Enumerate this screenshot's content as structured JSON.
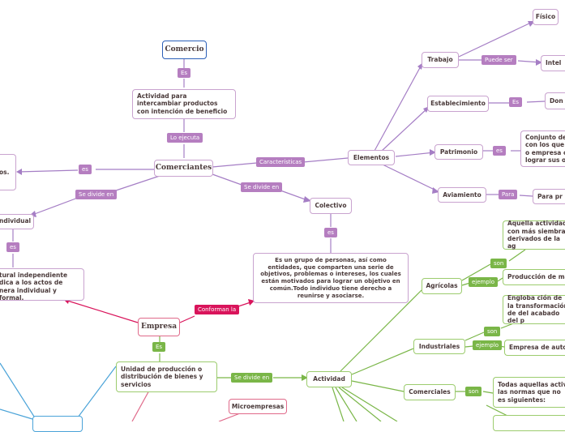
{
  "nodes": {
    "comercio": "Comercio",
    "actividad_intercambiar": "Actividad para intercambiar productos con intención de beneficio",
    "comerciantes": "Comerciantes",
    "left_cut": "os.",
    "individual": "ndividual",
    "natural_independiente": "tural independiente dica a los actos de nera individual y formal.",
    "colectivo": "Colectivo",
    "grupo_personas": "Es un grupo de personas, así como entidades, que comparten una serie de objetivos, problemas o intereses, los cuales están motivados para lograr un objetivo en común.Todo individuo tiene derecho a reunirse y asociarse.",
    "elementos": "Elementos",
    "trabajo": "Trabajo",
    "fisico": "Físico",
    "intel": "Intel",
    "establecimiento": "Establecimiento",
    "don": "Don",
    "patrimonio": "Patrimonio",
    "conjunto": "Conjunto de con los que o empresa c lograr sus o",
    "aviamiento": "Aviamiento",
    "para_pr": "Para pr",
    "empresa": "Empresa",
    "unidad_produccion": "Unidad de producción o distribución de bienes y servicios",
    "actividad": "Actividad",
    "microempresas": "Microempresas",
    "agricolas": "Agrícolas",
    "aquella_actividad": "Aquella actividad con más siembra derivados de la ag",
    "produccion_ma": "Producción de ma",
    "industriales": "Industriales",
    "engloba": "Engloba ción de la transformación de del acabado del p",
    "empresa_auto": "Empresa de auto",
    "comerciales": "Comerciales",
    "todas_aquellas": "Todas aquellas activ las normas que no es siguientes:"
  },
  "labels": {
    "es1": "Es",
    "lo_ejecuta": "Lo ejecuta",
    "es2": "es",
    "se_divide_en1": "Se divide en",
    "se_divide_en2": "Se divide en",
    "caracteristicas": "Características",
    "es3": "es",
    "es4": "es",
    "puede_ser": "Puede ser",
    "es5": "Es",
    "es6": "es",
    "para": "Para",
    "conforman_la": "Conforman la",
    "es7": "Es",
    "se_divide_en3": "Se divide en",
    "son1": "son",
    "ejemplo1": "ejemplo",
    "son2": "son",
    "ejemplo2": "ejemplo",
    "son3": "son"
  },
  "colors": {
    "purple": "#b57ec0",
    "purple_edge": "#a57ec5",
    "green": "#7ab648",
    "red": "#d9145b",
    "blue": "#2b5fb8",
    "teal": "#4aa3d8"
  }
}
